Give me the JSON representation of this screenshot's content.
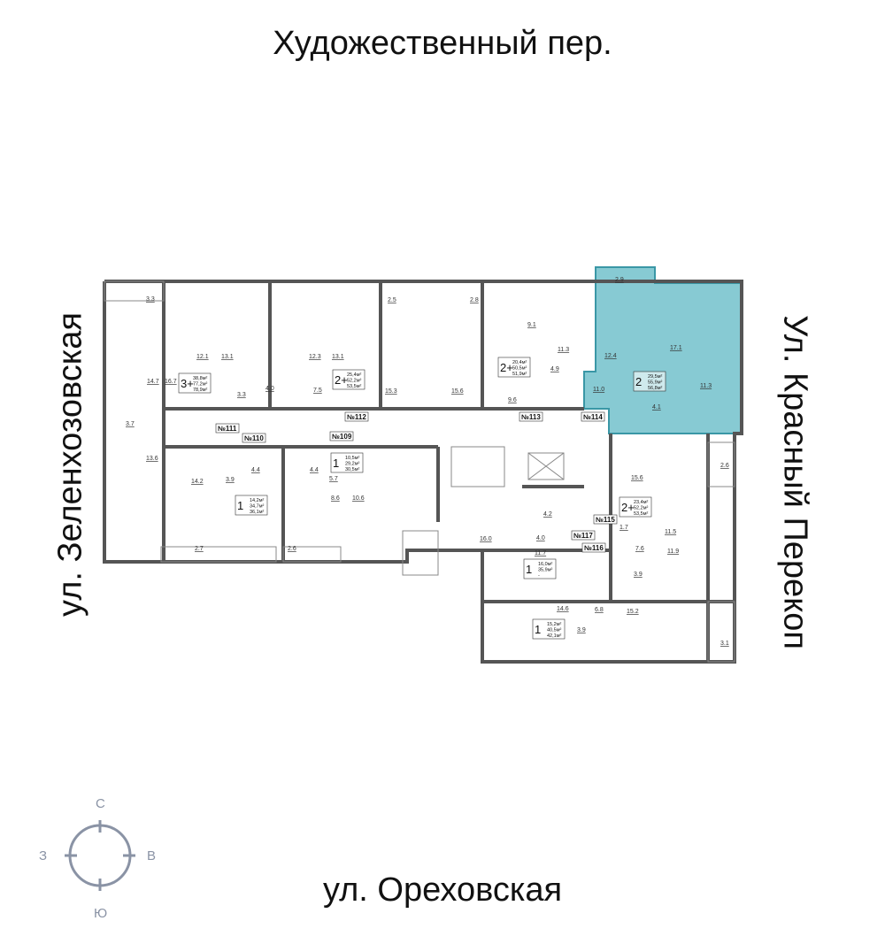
{
  "streets": {
    "top": "Художественный пер.",
    "bottom": "ул. Ореховская",
    "left": "ул. Зеленхозовская",
    "right": "Ул. Красный Перекоп"
  },
  "compass": {
    "north": "С",
    "east": "В",
    "south": "Ю",
    "west": "З",
    "color": "#8a93a5"
  },
  "highlight_color": "#5fb8c4",
  "highlighted_apartment": "2",
  "rooms": [
    "3.3",
    "12.1",
    "13.1",
    "14.7",
    "16.7",
    "3.3",
    "4.0",
    "7.5",
    "12.3",
    "13.1",
    "15.3",
    "2.5",
    "2.8",
    "9.1",
    "11.3",
    "12.4",
    "17.1",
    "2.9",
    "4.9",
    "15.6",
    "9.6",
    "11.0",
    "4.1",
    "11.3",
    "3.7",
    "13.6",
    "14.2",
    "3.9",
    "4.4",
    "4.4",
    "5.7",
    "8.6",
    "10.6",
    "2.7",
    "2.6",
    "2.6",
    "15.6",
    "1.7",
    "11.5",
    "7.6",
    "11.9",
    "3.9",
    "4.2",
    "16.0",
    "4.0",
    "11.7",
    "14.6",
    "6.8",
    "15.2",
    "3.9",
    "3.1"
  ],
  "entrances": [
    "№111",
    "№110",
    "№109",
    "№112",
    "№113",
    "№114",
    "№115",
    "№117",
    "№116"
  ],
  "apartments": [
    {
      "type": "3+",
      "living": "38,8м²",
      "total": "77,2м²",
      "total_balcony": "78,9м²"
    },
    {
      "type": "2+",
      "living": "25,4м²",
      "total": "52,2м²",
      "total_balcony": "53,5м²"
    },
    {
      "type": "2+",
      "living": "20,4м²",
      "total": "50,5м²",
      "total_balcony": "51,9м²"
    },
    {
      "type": "2",
      "living": "29,5м²",
      "total": "55,9м²",
      "total_balcony": "56,8м²"
    },
    {
      "type": "1",
      "living": "10,5м²",
      "total": "29,2м²",
      "total_balcony": "30,5м²"
    },
    {
      "type": "1",
      "living": "14,2м²",
      "total": "34,7м²",
      "total_balcony": "36,1м²"
    },
    {
      "type": "2+",
      "living": "23,4м²",
      "total": "52,2м²",
      "total_balcony": "53,5м²"
    },
    {
      "type": "1",
      "living": "16,0м²",
      "total": "35,9м²",
      "total_balcony": "-"
    },
    {
      "type": "1",
      "living": "15,2м²",
      "total": "40,5м²",
      "total_balcony": "42,1м²"
    }
  ]
}
